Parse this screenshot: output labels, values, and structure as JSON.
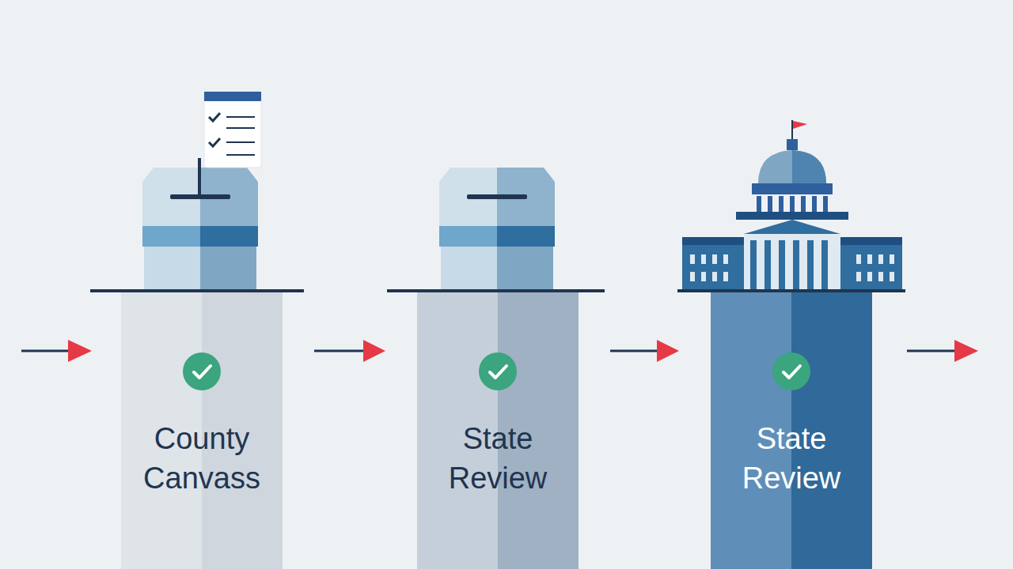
{
  "diagram": {
    "nodes": [
      {
        "text": [
          "County Canvass"
        ]
      },
      {
        "text": [
          "State Review"
        ]
      },
      {
        "text": [
          "State Review"
        ]
      }
    ],
    "edges": [
      {
        "from": 0,
        "to": 1,
        "arrow": "to"
      },
      {
        "from": 1,
        "to": 2,
        "arrow": "to"
      }
    ]
  }
}
